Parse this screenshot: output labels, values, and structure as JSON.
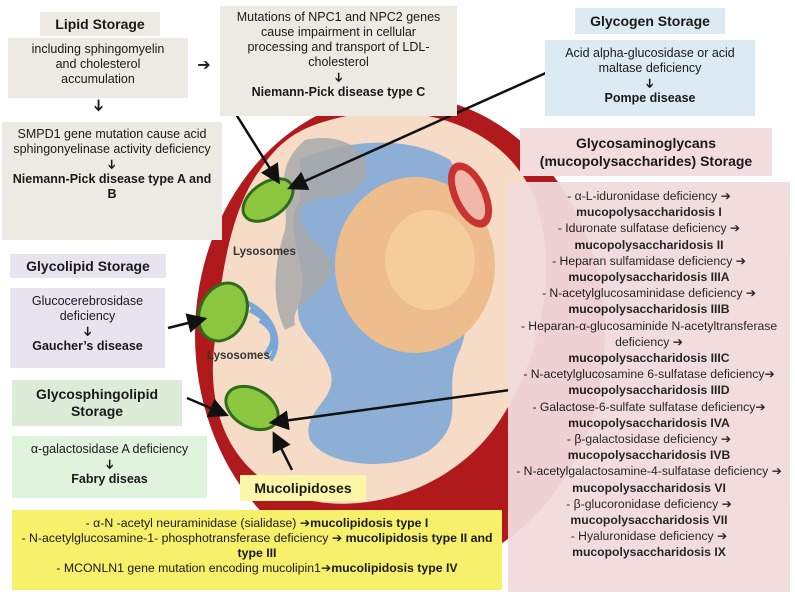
{
  "lipid": {
    "title": "Lipid Storage",
    "desc": "including sphingomyelin and cholesterol accumulation",
    "npc_text": "Mutations of NPC1 and NPC2 genes cause impairment in cellular processing and transport of LDL-cholesterol",
    "npc_disease": "Niemann-Pick disease type C",
    "smpd_text": "SMPD1 gene mutation cause acid sphingonyelinase activity deficiency",
    "smpd_disease": "Niemann-Pick disease type A and B"
  },
  "glycogen": {
    "title": "Glycogen Storage",
    "text": "Acid alpha-glucosidase or acid maltase deficiency",
    "disease": "Pompe disease"
  },
  "glycolipid": {
    "title": "Glycolipid Storage",
    "text": "Glucocerebrosidase deficiency",
    "disease": "Gaucher’s disease"
  },
  "glycosphingolipid": {
    "title": "Glycosphingolipid Storage",
    "text": "α-galactosidase A deficiency",
    "disease": "Fabry diseas"
  },
  "mucolipidoses": {
    "title": "Mucolipidoses",
    "items": [
      {
        "prefix": "- α-N -acetyl neuraminidase (sialidase) ",
        "disease": "mucolipidosis type I"
      },
      {
        "prefix": "- N-acetylglucosamine-1- phosphotransferase deficiency ",
        "disease": "mucolipidosis type II and type III"
      },
      {
        "prefix": "- MCONLN1 gene mutation encoding mucolipin1",
        "disease": "mucolipidosis type IV"
      }
    ]
  },
  "gag": {
    "title": "Glycosaminoglycans (mucopolysaccharides) Storage",
    "items": [
      {
        "prefix": "- α-L-iduronidase deficiency ",
        "disease": "mucopolysaccharidosis I"
      },
      {
        "prefix": "- Iduronate sulfatase deficiency ",
        "disease": "mucopolysaccharidosis II"
      },
      {
        "prefix": "- Heparan sulfamidase deficiency ",
        "disease": "mucopolysaccharidosis IIIA"
      },
      {
        "prefix": "- N-acetylglucosaminidase deficiency ",
        "disease": "mucopolysaccharidosis IIIB"
      },
      {
        "prefix": "- Heparan-α-glucosaminide N-acetyltransferase deficiency ",
        "disease": "mucopolysaccharidosis IIIC"
      },
      {
        "prefix": "- N-acetylglucosamine 6-sulfatase deficiency",
        "disease": "mucopolysaccharidosis IIID"
      },
      {
        "prefix": "- Galactose-6-sulfate sulfatase deficiency",
        "disease": "mucopolysaccharidosis IVA"
      },
      {
        "prefix": "- β-galactosidase deficiency ",
        "disease": "mucopolysaccharidosis IVB"
      },
      {
        "prefix": "- N-acetylgalactosamine-4-sulfatase deficiency ",
        "disease": "mucopolysaccharidosis VI"
      },
      {
        "prefix": "- β-glucoronidase deficiency ",
        "disease": "mucopolysaccharidosis VII"
      },
      {
        "prefix": "- Hyaluronidase deficiency ",
        "disease": "mucopolysaccharidosis IX"
      }
    ]
  },
  "cell": {
    "lysosome_label_1": "Lysosomes",
    "lysosome_label_2": "Lysosomes"
  },
  "arrows": {
    "right": "➔",
    "down": "➔"
  },
  "colors": {
    "lipid_bg": "#eceae2",
    "glycogen_bg": "#dcebf3",
    "gag_bg": "#f2dcdd",
    "mucolipidoses_bg": "#f7f06a",
    "lysosome": "#8cc63f",
    "cell_membrane": "#b3191d"
  }
}
